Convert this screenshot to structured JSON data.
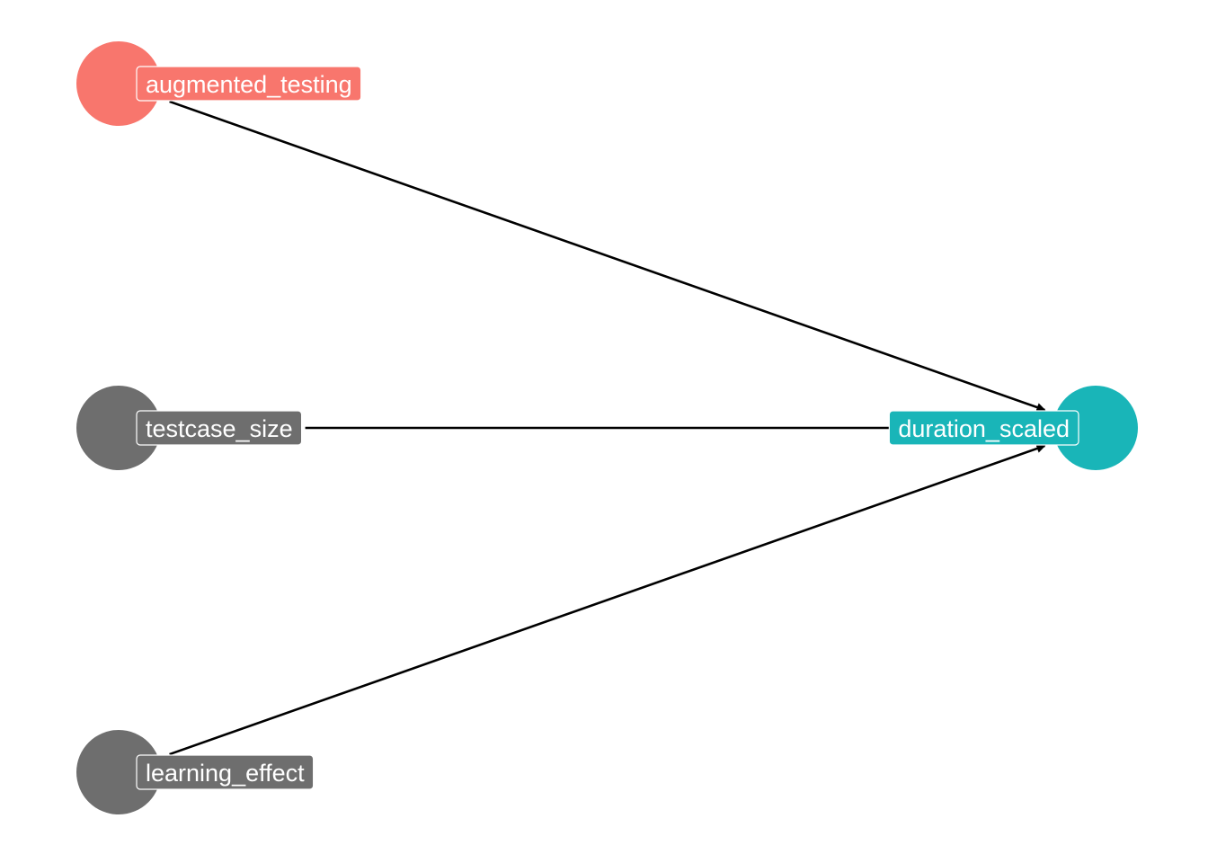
{
  "diagram": {
    "type": "directed-acyclic-graph",
    "colors": {
      "exposure": "#F8766D",
      "outcome": "#19B5B8",
      "other": "#6E6E6E",
      "edge": "#000000",
      "label_text": "#FFFFFF",
      "background": "#FFFFFF"
    },
    "nodes": [
      {
        "id": "augmented_testing",
        "label": "augmented_testing",
        "role": "exposure"
      },
      {
        "id": "testcase_size",
        "label": "testcase_size",
        "role": "other"
      },
      {
        "id": "learning_effect",
        "label": "learning_effect",
        "role": "other"
      },
      {
        "id": "duration_scaled",
        "label": "duration_scaled",
        "role": "outcome"
      }
    ],
    "edges": [
      {
        "from": "augmented_testing",
        "to": "duration_scaled"
      },
      {
        "from": "testcase_size",
        "to": "duration_scaled"
      },
      {
        "from": "learning_effect",
        "to": "duration_scaled"
      }
    ]
  }
}
